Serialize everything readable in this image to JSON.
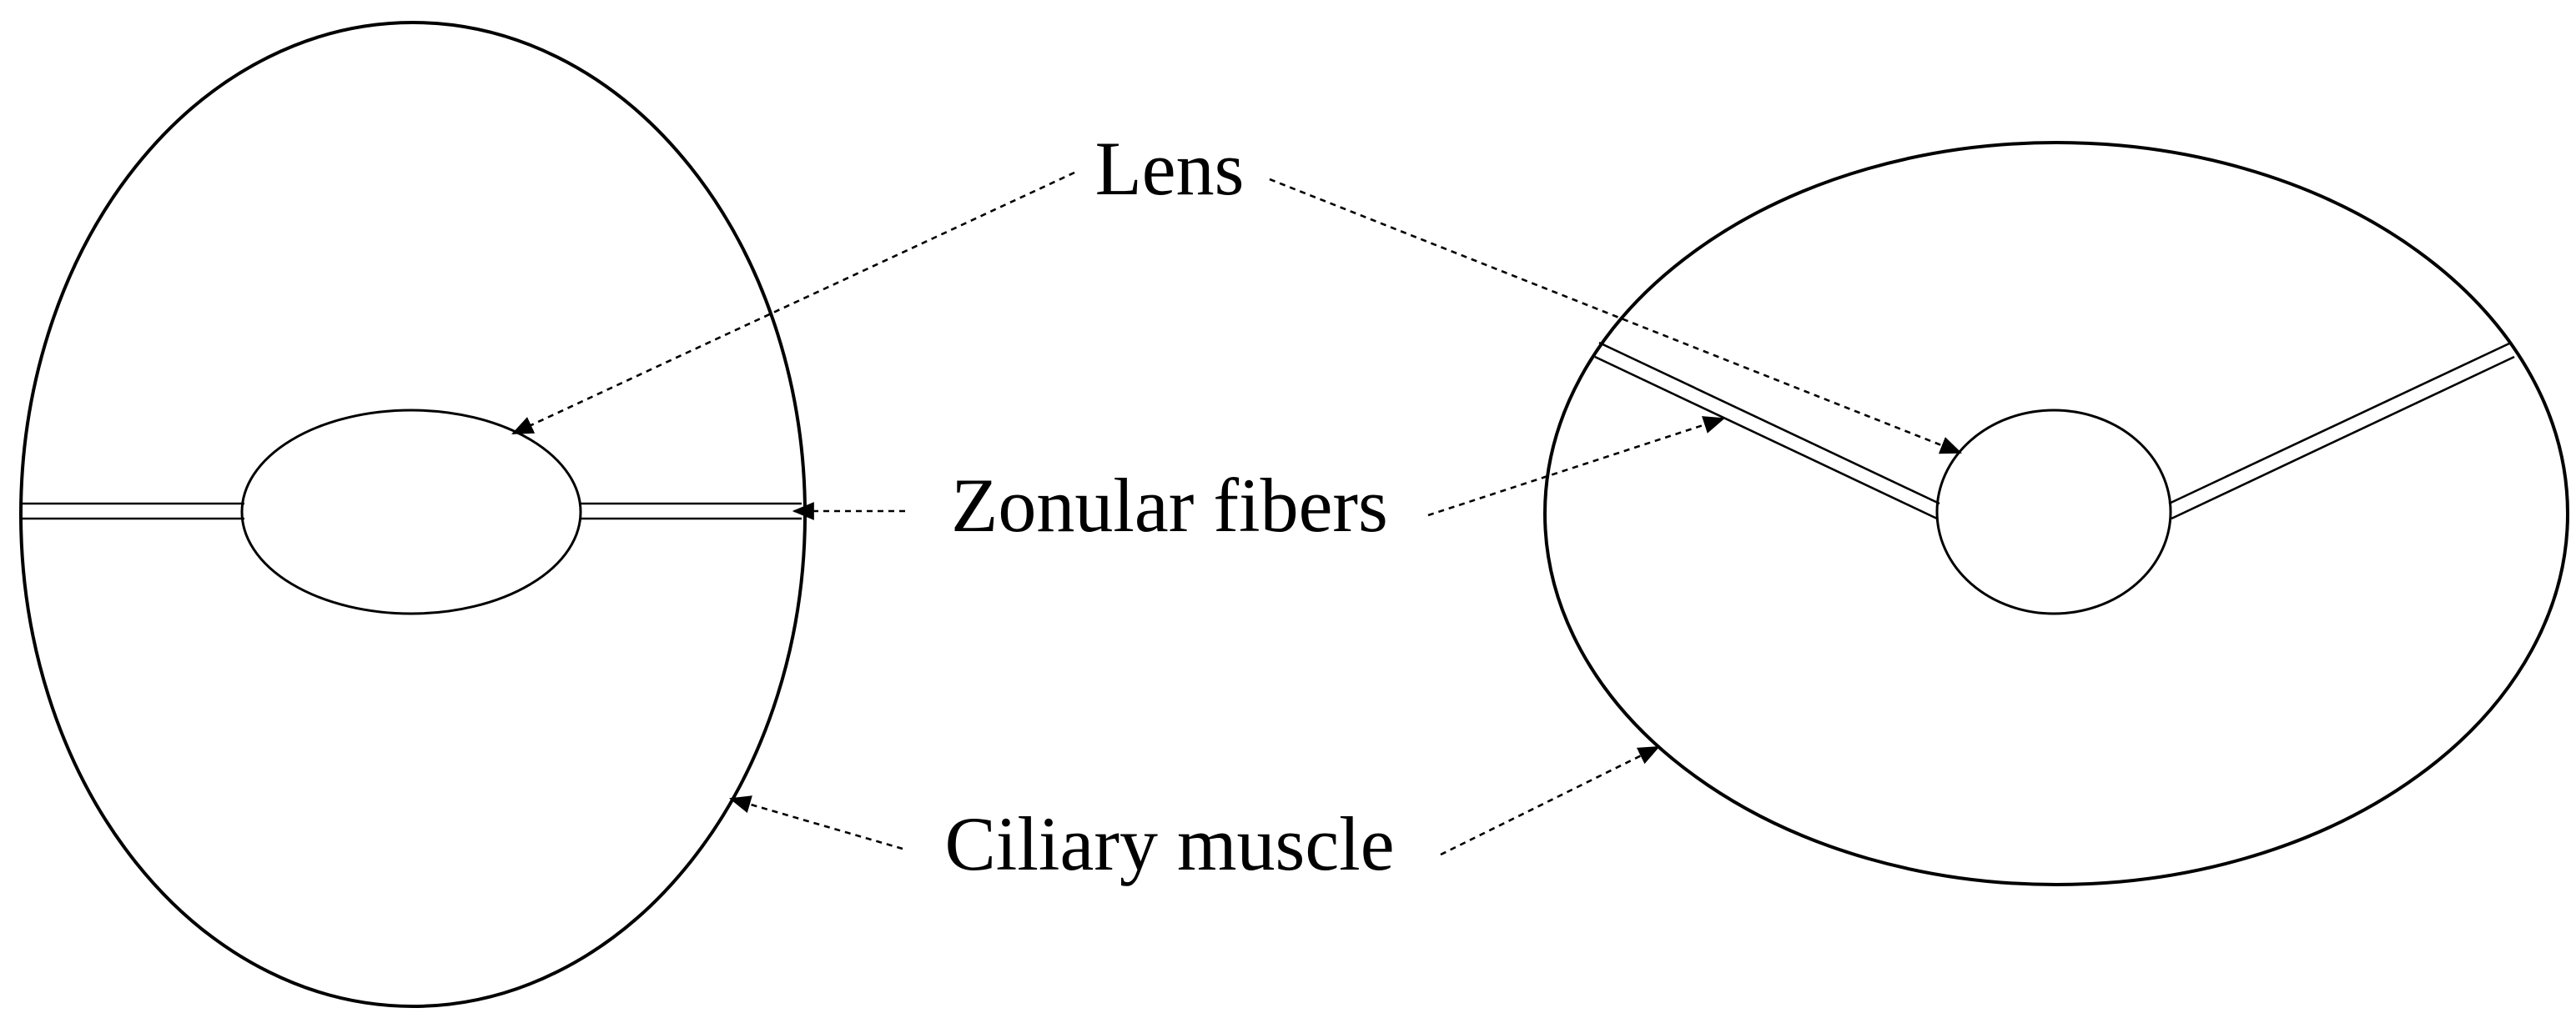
{
  "labels": {
    "lens": "Lens",
    "zonular_fibers": "Zonular fibers",
    "ciliary_muscle": "Ciliary muscle"
  },
  "colors": {
    "stroke": "#000000",
    "background": "#ffffff"
  }
}
